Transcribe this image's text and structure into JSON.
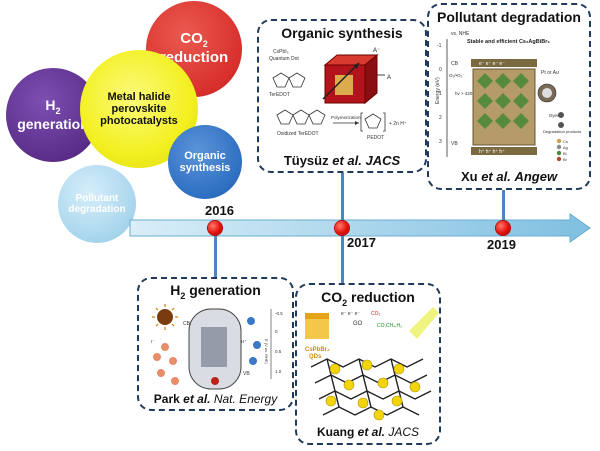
{
  "bubbles": {
    "center": "Metal halide perovskite photocatalysts",
    "h2": [
      "H",
      "2",
      " generation"
    ],
    "co2": [
      "CO",
      "2",
      " reduction"
    ],
    "organic": "Organic synthesis",
    "pollutant": "Pollutant degradation"
  },
  "timeline": {
    "years": [
      "2016",
      "2017",
      "2019"
    ]
  },
  "cards": {
    "organic": {
      "title": "Organic synthesis",
      "cite_authors": "Tüysüz",
      "cite_etal": "et al.",
      "cite_journal": "JACS",
      "labels": {
        "dot": "CsPbI₃",
        "qd": "Quantum Dot",
        "ter": "TerEDOT",
        "ox": "Oxidized TerEDOT",
        "poly": "Polymerization",
        "pedot": "PEDOT",
        "a": "A",
        "am": "A⁻",
        "ne": "+ 2n H⁺"
      }
    },
    "pollutant": {
      "title": "Pollutant degradation",
      "cite_authors": "Xu",
      "cite_etal": "et al.",
      "cite_journal": "Angew",
      "labels": {
        "nhe": "vs. NHE",
        "stable": "Stable and efficient Cs₂AgBiBr₆",
        "cb": "CB",
        "vb": "VB",
        "hv": "hv > 420 nm",
        "o2": "O₂/•O₂⁻",
        "energy": "Energy (eV)",
        "pt": "Pt or Au",
        "dyes": "Dyes",
        "deg": "Degradation products",
        "e": "e⁻ e⁻ e⁻ e⁻",
        "h": "h⁺ h⁺ h⁺ h⁺",
        "ticks": [
          "-1",
          "0",
          "1",
          "2",
          "3"
        ],
        "legend": [
          "Cs",
          "Ag",
          "Bi",
          "Br"
        ]
      }
    },
    "h2": {
      "title_parts": [
        "H",
        "2",
        " generation"
      ],
      "cite_authors": "Park",
      "cite_etal": "et al.",
      "cite_journal": "Nat. Energy",
      "labels": {
        "cb": "CB",
        "vb": "VB",
        "axis": "E (V vs. RHE)",
        "ticks": [
          "-0.5",
          "0",
          "0.5",
          "1.0"
        ],
        "hplus": "H⁺",
        "i": "I⁻"
      }
    },
    "co2": {
      "title_parts": [
        "CO",
        "2",
        " reduction"
      ],
      "cite_authors": "Kuang",
      "cite_etal": "et al.",
      "cite_journal": "JACS",
      "labels": {
        "co2": "CO₂",
        "go": "GO",
        "prod": "CO,CH₄,H₂",
        "qd1": "CsPbBr₃",
        "qd2": "QDs",
        "e": "e⁻ e⁻ e⁻"
      }
    }
  },
  "colors": {
    "red_bubble": "#d8302c",
    "purple_bubble": "#5b2e8a",
    "yellow_bubble": "#f3f020",
    "blue_bubble": "#2e6fc2",
    "light_bubble": "#a7d5ec",
    "arrow": "#8ecae6",
    "dot": "#e3120b",
    "card_border": "#1f3a5a"
  }
}
